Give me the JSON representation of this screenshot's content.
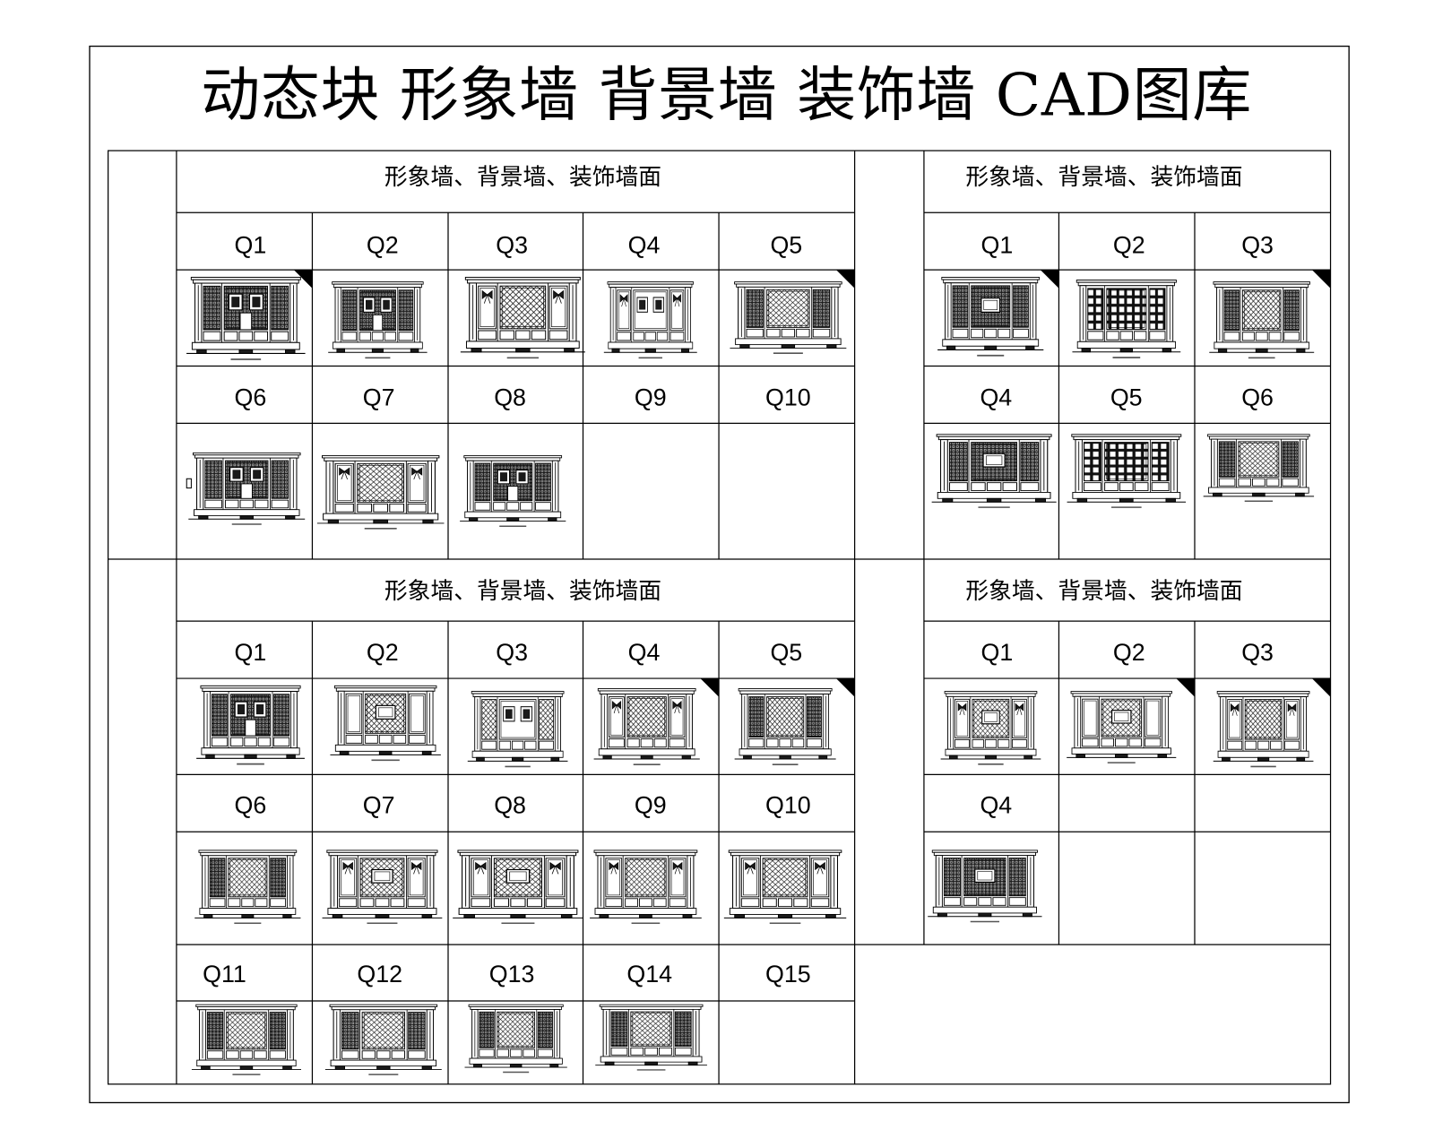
{
  "title": "动态块 形象墙 背景墙 装饰墙 CAD图库",
  "colors": {
    "background": "#ffffff",
    "line": "#000000",
    "dark_fill": "#1a1a1a"
  },
  "groups": [
    {
      "header": "形象墙、背景墙、装饰墙面",
      "items": [
        {
          "label": "Q1"
        },
        {
          "label": "Q2"
        },
        {
          "label": "Q3"
        },
        {
          "label": "Q4"
        },
        {
          "label": "Q5"
        },
        {
          "label": "Q6"
        },
        {
          "label": "Q7"
        },
        {
          "label": "Q8"
        },
        {
          "label": "Q9"
        },
        {
          "label": "Q10"
        }
      ]
    },
    {
      "header": "形象墙、背景墙、装饰墙面",
      "items": [
        {
          "label": "Q1"
        },
        {
          "label": "Q2"
        },
        {
          "label": "Q3"
        },
        {
          "label": "Q4"
        },
        {
          "label": "Q5"
        },
        {
          "label": "Q6"
        }
      ]
    },
    {
      "header": "形象墙、背景墙、装饰墙面",
      "items": [
        {
          "label": "Q1"
        },
        {
          "label": "Q2"
        },
        {
          "label": "Q3"
        },
        {
          "label": "Q4"
        },
        {
          "label": "Q5"
        },
        {
          "label": "Q6"
        },
        {
          "label": "Q7"
        },
        {
          "label": "Q8"
        },
        {
          "label": "Q9"
        },
        {
          "label": "Q10"
        },
        {
          "label": "Q11"
        },
        {
          "label": "Q12"
        },
        {
          "label": "Q13"
        },
        {
          "label": "Q14"
        },
        {
          "label": "Q15"
        }
      ]
    },
    {
      "header": "形象墙、背景墙、装饰墙面",
      "items": [
        {
          "label": "Q1"
        },
        {
          "label": "Q2"
        },
        {
          "label": "Q3"
        },
        {
          "label": "Q4"
        }
      ]
    }
  ]
}
